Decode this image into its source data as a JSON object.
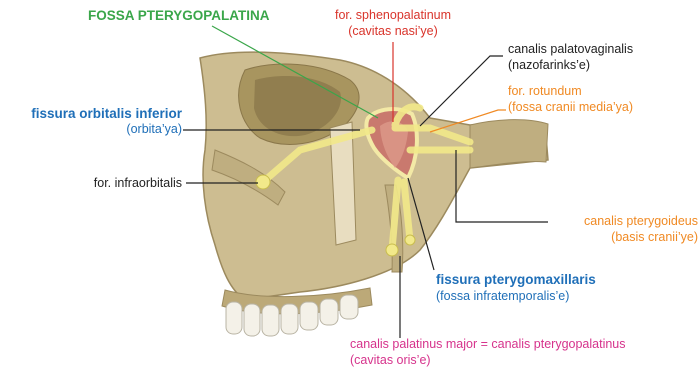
{
  "colors": {
    "green": "#3aa64a",
    "red": "#d9342b",
    "blue": "#1f6fb8",
    "orange": "#f08a24",
    "magenta": "#d6338c",
    "black": "#222222",
    "bone": "#cdbd91",
    "bone_dark": "#9c8a5e",
    "canal": "#f2e98a",
    "fossa": "#c9796e"
  },
  "labels": {
    "fossa_title": "FOSSA PTERYGOPALATINA",
    "spheno_1": "for. sphenopalatinum",
    "spheno_2": "(cavitas nasi’ye)",
    "palatovag_1": "canalis palatovaginalis",
    "palatovag_2": "(nazofarinks’e)",
    "rotundum_1": "for. rotundum",
    "rotundum_2": "(fossa cranii media’ya)",
    "orbital_1": "fissura orbitalis inferior",
    "orbital_2": "(orbita’ya)",
    "infraorb": "for. infraorbitalis",
    "pterygoid_1": "canalis pterygoideus",
    "pterygoid_2": "(basis cranii’ye)",
    "ptmax_1": "fissura pterygomaxillaris",
    "ptmax_2": "(fossa infratemporalis’e)",
    "palatinus_1": "canalis palatinus major = canalis pterygopalatinus",
    "palatinus_2": "(cavitas oris’e)"
  }
}
